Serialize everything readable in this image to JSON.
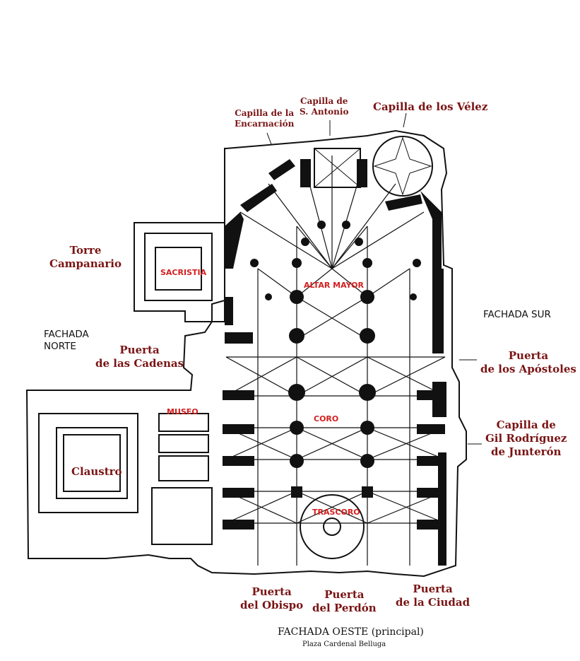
{
  "labels": {
    "capilla_encarnacion": [
      "Capilla de la",
      "Encarnación"
    ],
    "capilla_antonio": [
      "Capilla de",
      "S. Antonio"
    ],
    "capilla_velez": [
      "Capilla de los Vélez"
    ],
    "torre": [
      "Torre",
      "Campanario"
    ],
    "sacristia": "SACRISTIA",
    "altar_mayor": "ALTAR  MAYOR",
    "fachada_sur": "FACHADA SUR",
    "fachada_norte": [
      "FACHADA",
      "NORTE"
    ],
    "puerta_cadenas": [
      "Puerta",
      "de las Cadenas"
    ],
    "puerta_apostoles": [
      "Puerta",
      "de los Apóstoles"
    ],
    "museo": "MUSEO",
    "coro": "CORO",
    "capilla_junteron": [
      "Capilla de",
      "Gil Rodríguez",
      "de Junterón"
    ],
    "claustro": "Claustro",
    "trascoro": "TRASCORO",
    "puerta_obispo": [
      "Puerta",
      "del Obispo"
    ],
    "puerta_perdon": [
      "Puerta",
      "del Perdón"
    ],
    "puerta_ciudad": [
      "Puerta",
      "de la Ciudad"
    ],
    "fachada_oeste": "FACHADA OESTE  (principal)",
    "plaza": "Plaza Cardenal Belluga"
  },
  "colors": {
    "label_maroon": "#7a1414",
    "label_red": "#d42020",
    "ink": "#111111"
  }
}
